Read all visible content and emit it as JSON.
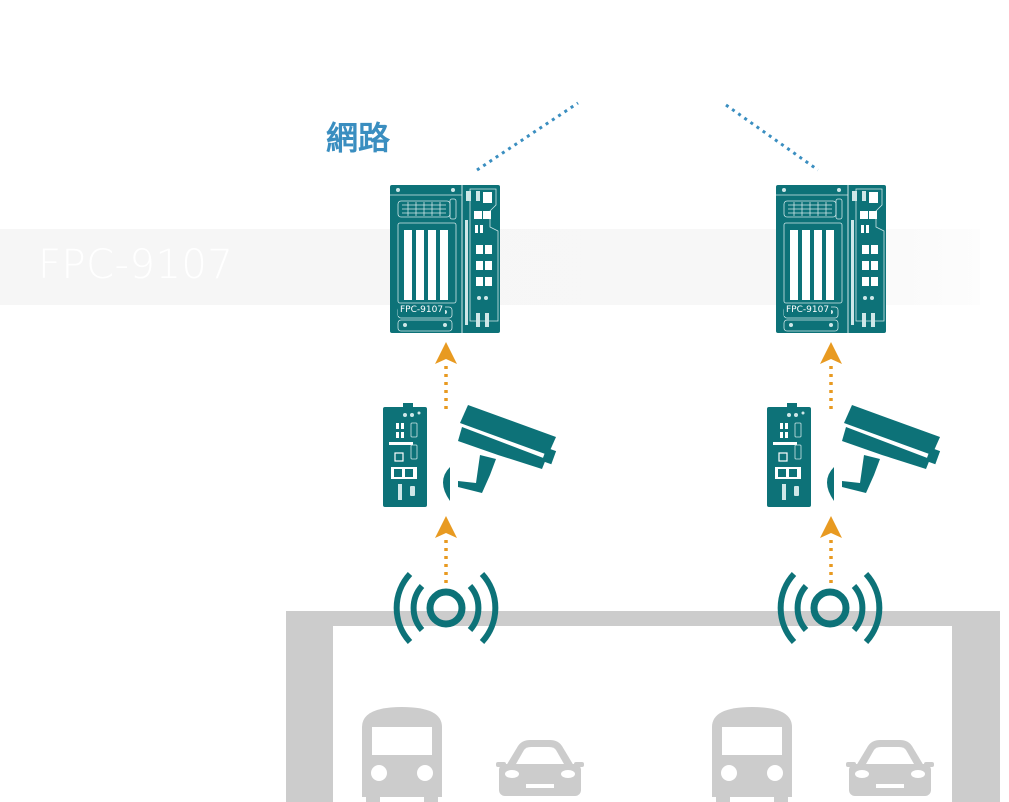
{
  "diagram": {
    "title_network": "網路",
    "model_label": "FPC-9107",
    "colors": {
      "device": "#0d7278",
      "arrow": "#e89a21",
      "network_dots": "#3a8ec0",
      "gantry": "#cccccc",
      "vehicles": "#cccccc",
      "band": "#f6f6f6"
    },
    "columns": [
      {
        "name": "left",
        "nodes": [
          {
            "type": "industrial-pc",
            "model": "FPC-9107"
          },
          {
            "type": "edge-gateway"
          },
          {
            "type": "cctv-camera"
          },
          {
            "type": "wireless-sensor"
          },
          {
            "type": "bus"
          },
          {
            "type": "car"
          }
        ]
      },
      {
        "name": "right",
        "nodes": [
          {
            "type": "industrial-pc",
            "model": "FPC-9107"
          },
          {
            "type": "edge-gateway"
          },
          {
            "type": "cctv-camera"
          },
          {
            "type": "wireless-sensor"
          },
          {
            "type": "bus"
          },
          {
            "type": "car"
          }
        ]
      }
    ],
    "flows": [
      {
        "from": "wireless-sensor",
        "to": "edge-gateway",
        "style": "dotted-arrow-up"
      },
      {
        "from": "edge-gateway",
        "to": "industrial-pc",
        "style": "dotted-arrow-up"
      },
      {
        "from": "industrial-pc",
        "to": "network",
        "style": "dotted-line"
      }
    ]
  }
}
